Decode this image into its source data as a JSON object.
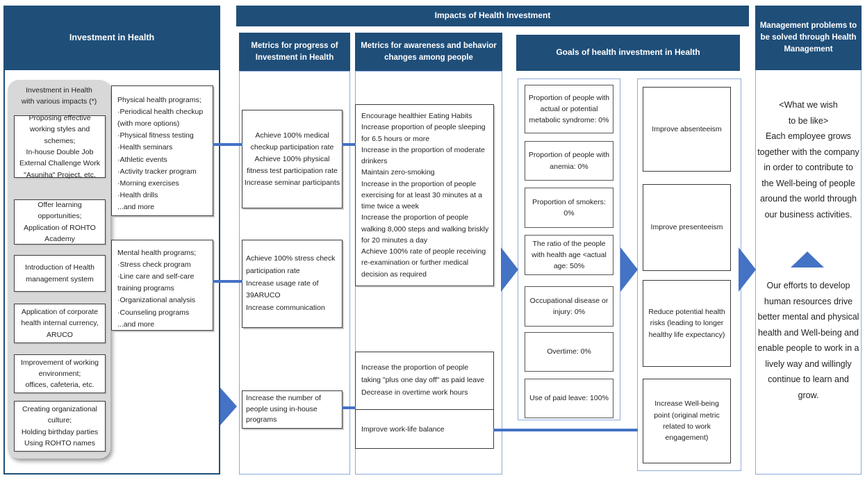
{
  "colors": {
    "header_navy": "#1F4E79",
    "arrow_blue": "#4472C4",
    "container_border_blue": "#8EAADB",
    "group_gray": "#D8D8D8"
  },
  "left_panel": {
    "header": "Investment in Health",
    "group_title": "Investment in Health\nwith various impacts (*)",
    "group_boxes": [
      "Proposing effective working styles and schemes;\nIn-house Double Job\nExternal Challenge Work\n\"Asuniha\" Project, etc.",
      "Offer learning opportunities;\nApplication of ROHTO Academy",
      "Introduction of Health management system",
      "Application of corporate health internal currency, ARUCO",
      "Improvement of working environment;\noffices, cafeteria, etc.",
      "Creating organizational culture;\nHolding birthday parties\nUsing ROHTO names"
    ],
    "physical_programs": "Physical health programs;\n·Periodical health checkup (with more options)\n·Physical fitness testing\n·Health seminars\n·Athletic events\n·Activity tracker program\n·Morning exercises\n·Health drills\n...and more",
    "mental_programs": "Mental health programs;\n·Stress check program\n·Line care and self-care training programs\n·Organizational analysis\n·Counseling programs\n...and more"
  },
  "banner": "Impacts of Health Investment",
  "metrics_progress": {
    "header": "Metrics for progress of Investment in Health",
    "box1": "Achieve 100% medical checkup participation rate\nAchieve 100% physical fitness test participation rate\nIncrease seminar participants",
    "box2": "Achieve 100% stress check participation rate\nIncrease usage rate of 39ARUCO\nIncrease communication",
    "box3": "Increase the number of people using in-house programs"
  },
  "awareness": {
    "header": "Metrics for awareness and behavior changes among people",
    "box1": "Encourage healthier Eating Habits\nIncrease proportion of people sleeping for 6.5 hours or more\nIncrease in the proportion of moderate drinkers\nMaintain zero-smoking\nIncrease in the proportion of people exercising for at least 30 minutes at a time twice a week\nIncrease the proportion of people walking 8,000 steps and walking briskly for 20 minutes a day\nAchieve 100% rate of people receiving re-examination or further medical decision as required",
    "box2": "Increase the proportion of people taking \"plus one day off\" as paid leave\nDecrease in overtime work hours",
    "box3": "Improve work-life balance"
  },
  "goals": {
    "header": "Goals of health investment in Health",
    "left_boxes": [
      "Proportion of people with actual or potential metabolic syndrome: 0%",
      "Proportion of people with anemia: 0%",
      "Proportion of smokers: 0%",
      "The ratio of the people with health age <actual age: 50%",
      "Occupational disease or injury: 0%",
      "Overtime: 0%",
      "Use of paid leave: 100%"
    ],
    "right_boxes": [
      "Improve absenteeism",
      "Improve presenteeism",
      "Reduce potential health risks (leading to longer healthy life expectancy)",
      "Increase Well-being point (original metric related to work engagement)"
    ]
  },
  "management": {
    "header": "Management problems to be solved through Health Management",
    "wish": "<What we wish\nto be like>\nEach employee grows together with the company in order to contribute to the Well-being of people around the world through our business activities.",
    "efforts": "Our efforts to develop human resources drive better mental and physical health and Well-being and enable people to work in a lively way and willingly continue to learn and grow."
  }
}
